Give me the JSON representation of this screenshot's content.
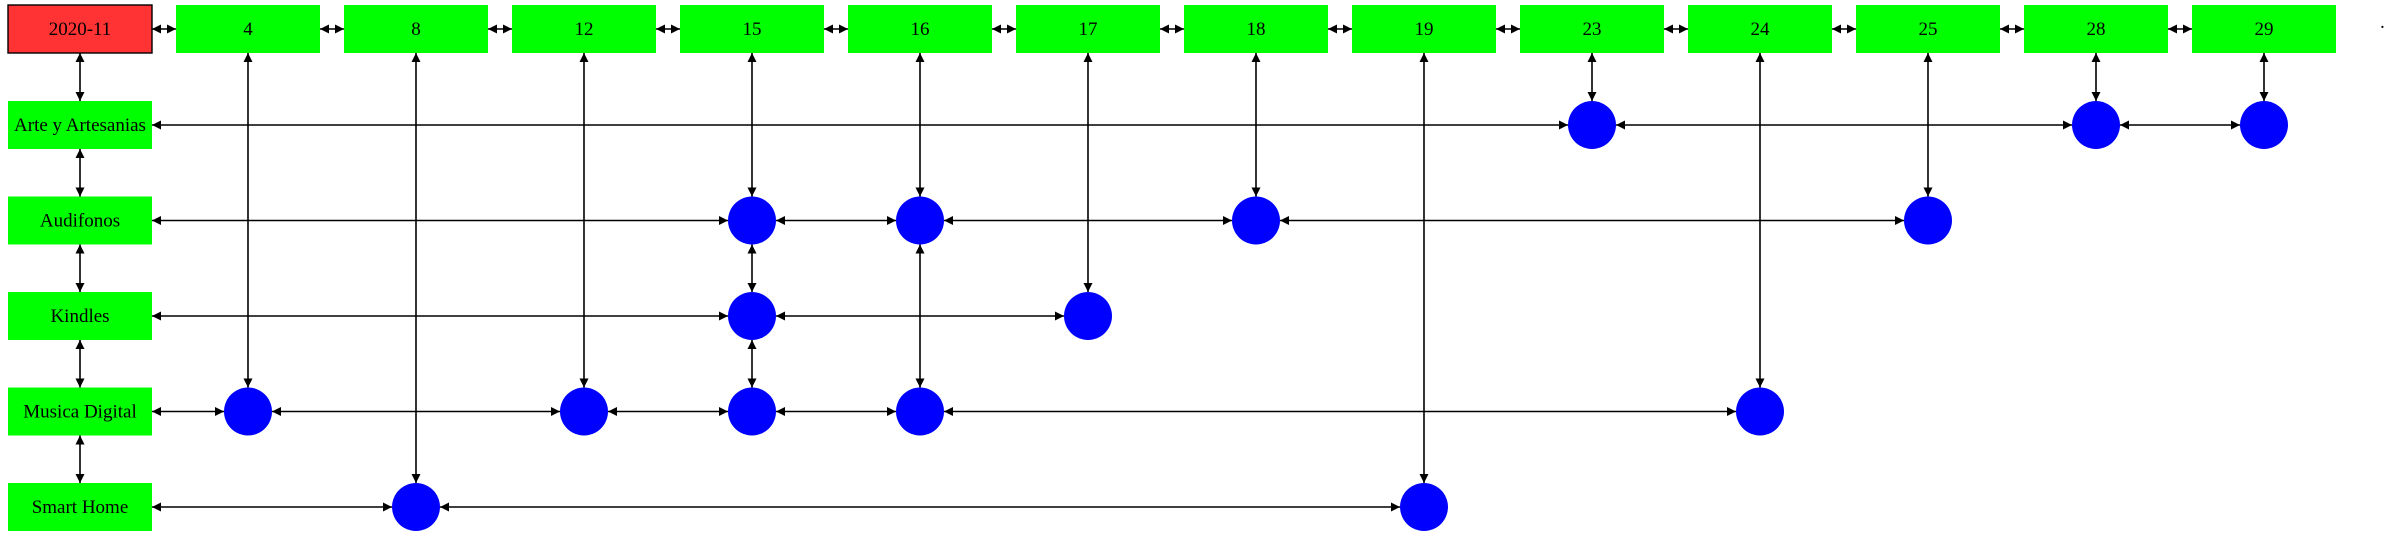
{
  "graph": {
    "root": {
      "label": "2020-11",
      "fill": "#ff3333"
    },
    "days": [
      "4",
      "8",
      "12",
      "15",
      "16",
      "17",
      "18",
      "19",
      "23",
      "24",
      "25",
      "28",
      "29"
    ],
    "more_indicator": "· ·",
    "categories": [
      "Arte y Artesanias",
      "Audifonos",
      "Kindles",
      "Musica Digital",
      "Smart Home"
    ],
    "box_fill": "#00ff00",
    "node_fill": "#0000ff",
    "nodes": [
      {
        "category": "Arte y Artesanias",
        "day": "23"
      },
      {
        "category": "Arte y Artesanias",
        "day": "28"
      },
      {
        "category": "Arte y Artesanias",
        "day": "29"
      },
      {
        "category": "Audifonos",
        "day": "15"
      },
      {
        "category": "Audifonos",
        "day": "16"
      },
      {
        "category": "Audifonos",
        "day": "18"
      },
      {
        "category": "Audifonos",
        "day": "25"
      },
      {
        "category": "Kindles",
        "day": "15"
      },
      {
        "category": "Kindles",
        "day": "17"
      },
      {
        "category": "Musica Digital",
        "day": "4"
      },
      {
        "category": "Musica Digital",
        "day": "12"
      },
      {
        "category": "Musica Digital",
        "day": "15"
      },
      {
        "category": "Musica Digital",
        "day": "16"
      },
      {
        "category": "Musica Digital",
        "day": "24"
      },
      {
        "category": "Smart Home",
        "day": "8"
      },
      {
        "category": "Smart Home",
        "day": "19"
      }
    ]
  }
}
